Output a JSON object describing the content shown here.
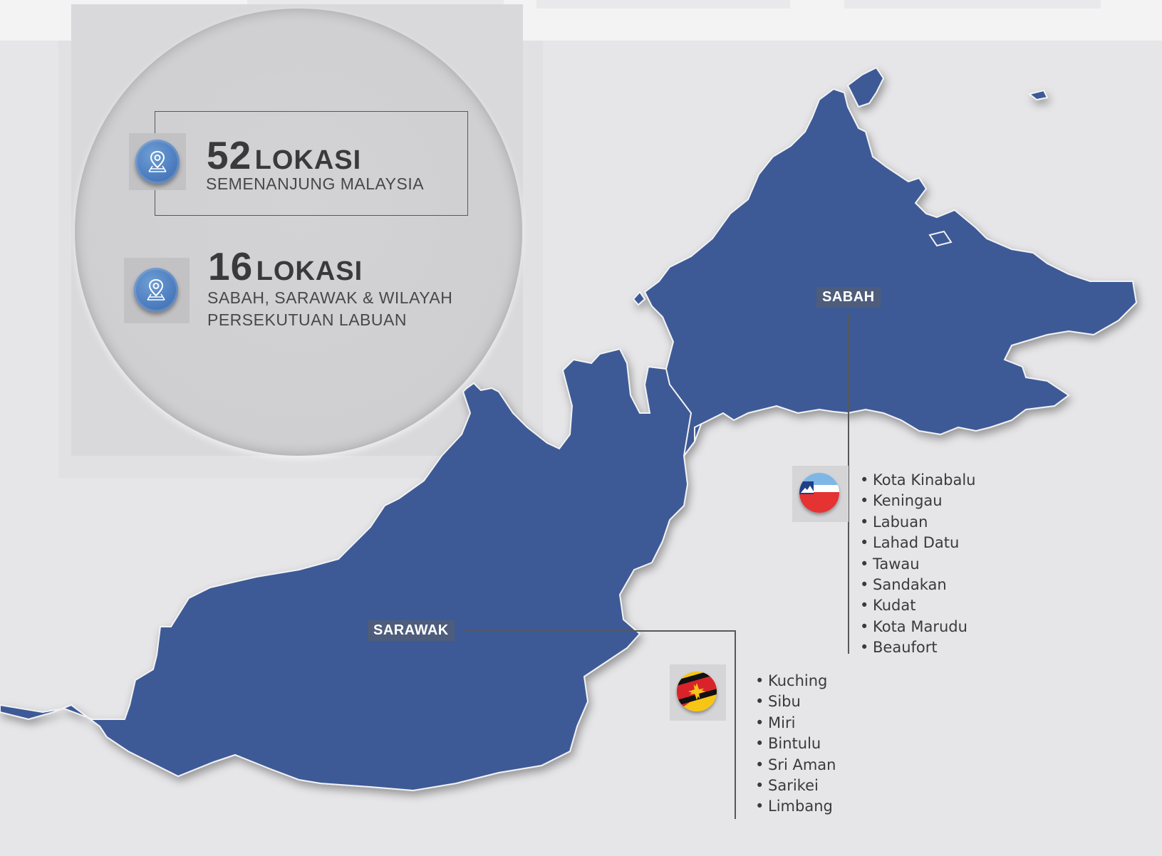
{
  "summary": {
    "peninsular": {
      "count": "52",
      "unit": "LOKASI",
      "region": "SEMENANJUNG MALAYSIA",
      "icon": "map-pin-icon"
    },
    "borneo": {
      "count": "16",
      "unit": "LOKASI",
      "region_line1": "SABAH, SARAWAK & WILAYAH",
      "region_line2": "PERSEKUTUAN LABUAN",
      "icon": "map-pin-icon"
    }
  },
  "sabah": {
    "label": "SABAH",
    "flag": "sabah-flag-icon",
    "towns": [
      "Kota Kinabalu",
      "Keningau",
      "Labuan",
      "Lahad Datu",
      "Tawau",
      "Sandakan",
      "Kudat",
      "Kota Marudu",
      "Beaufort"
    ]
  },
  "sarawak": {
    "label": "SARAWAK",
    "flag": "sarawak-flag-icon",
    "towns": [
      "Kuching",
      "Sibu",
      "Miri",
      "Bintulu",
      "Sri Aman",
      "Sarikei",
      "Limbang"
    ]
  },
  "colors": {
    "land": "#3d5a96",
    "tag": "#4e5d7c",
    "pin": "#4f7fc0",
    "background": "#e6e6e8"
  }
}
